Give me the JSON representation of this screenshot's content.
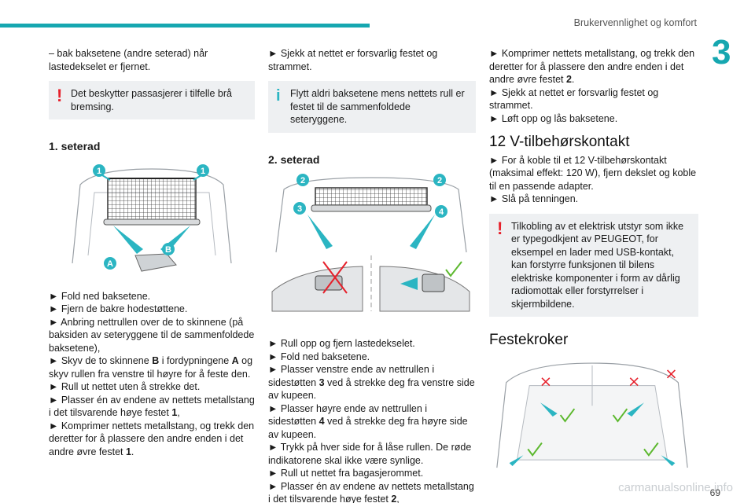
{
  "header": {
    "title": "Brukervennlighet og komfort",
    "chapter": "3",
    "page": "69"
  },
  "watermark": "carmanualsonline.info",
  "col1": {
    "intro": "– bak baksetene (andre seterad) når lastedekselet er fjernet.",
    "warning": "Det beskytter passasjerer i tilfelle brå bremsing.",
    "heading": "1. seterad",
    "figure": {
      "callouts": [
        "1",
        "1",
        "A",
        "B"
      ]
    },
    "steps": [
      "► Fold ned baksetene.",
      "► Fjern de bakre hodestøttene.",
      "► Anbring nettrullen over de to skinnene (på baksiden av seteryggene til de sammenfoldede baksetene),",
      "► Skyv de to skinnene ",
      "B",
      " i fordypningene ",
      "A",
      " og skyv rullen fra venstre til høyre for å feste den.",
      "► Rull ut nettet uten å strekke det.",
      "► Plasser én av endene av nettets metallstang i det tilsvarende høye festet ",
      "1",
      ",",
      "► Komprimer nettets metallstang, og trekk den deretter for å plassere den andre enden i det andre øvre festet ",
      "1",
      "."
    ]
  },
  "col2": {
    "intro": "► Sjekk at nettet er forsvarlig festet og strammet.",
    "info": "Flytt aldri baksetene mens nettets rull er festet til de sammenfoldede seteryggene.",
    "heading": "2. seterad",
    "figure": {
      "callouts": [
        "2",
        "2",
        "3",
        "4"
      ]
    },
    "steps": [
      "► Rull opp og fjern lastedekselet.",
      "► Fold ned baksetene.",
      "► Plasser venstre ende av nettrullen i sidestøtten ",
      "3",
      " ved å strekke deg fra venstre side av kupeen.",
      "► Plasser høyre ende av nettrullen i sidestøtten ",
      "4",
      " ved å strekke deg fra høyre side av kupeen.",
      "► Trykk på hver side for å låse rullen. De røde indikatorene skal ikke være synlige.",
      "► Rull ut nettet fra bagasjerommet.",
      "► Plasser én av endene av nettets metallstang i det tilsvarende høye festet ",
      "2",
      ","
    ]
  },
  "col3": {
    "steps_a": [
      "► Komprimer nettets metallstang, og trekk den deretter for å plassere den andre enden i det andre øvre festet ",
      "2",
      ".",
      "► Sjekk at nettet er forsvarlig festet og strammet.",
      "► Løft opp og lås baksetene."
    ],
    "heading1": "12 V-tilbehørskontakt",
    "steps_b": [
      "► For å koble til et 12 V-tilbehørskontakt (maksimal effekt: 120 W), fjern dekslet og koble til en passende adapter.",
      "► Slå på tenningen."
    ],
    "warning": "Tilkobling av et elektrisk utstyr som ikke er typegodkjent av PEUGEOT, for eksempel en lader med USB-kontakt, kan forstyrre funksjonen til bilens elektriske komponenter i form av dårlig radiomottak eller forstyrrelser i skjermbildene.",
    "heading2": "Festekroker"
  },
  "colors": {
    "accent": "#16a7b0",
    "warn": "#e6202b",
    "info": "#2bb5c2",
    "ok": "#5cb82e",
    "note_bg": "#eef0f2"
  }
}
